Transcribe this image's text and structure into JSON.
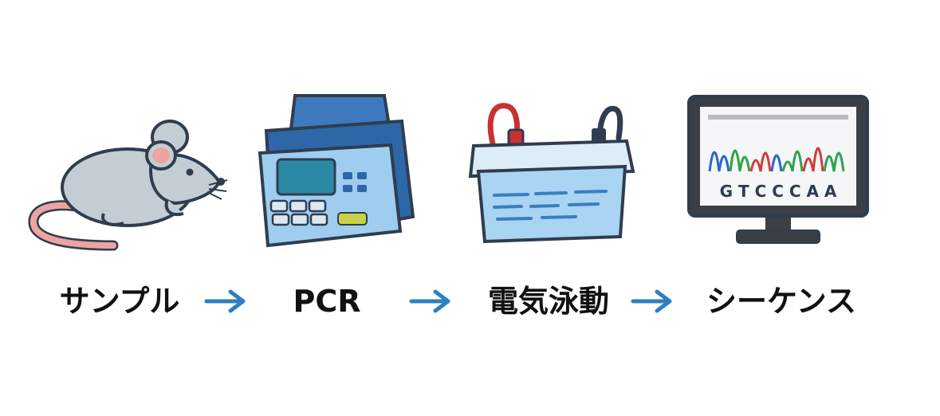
{
  "steps": [
    {
      "label": "サンプル",
      "icon": "mouse-icon"
    },
    {
      "label": "PCR",
      "icon": "pcr-machine-icon"
    },
    {
      "label": "電気泳動",
      "icon": "electrophoresis-tank-icon"
    },
    {
      "label": "シーケンス",
      "icon": "sequencer-monitor-icon"
    }
  ],
  "sequence_text": "G T C C C A A",
  "colors": {
    "arrow": "#2e7fc1",
    "text": "#111111",
    "outline": "#2f3d4f"
  }
}
